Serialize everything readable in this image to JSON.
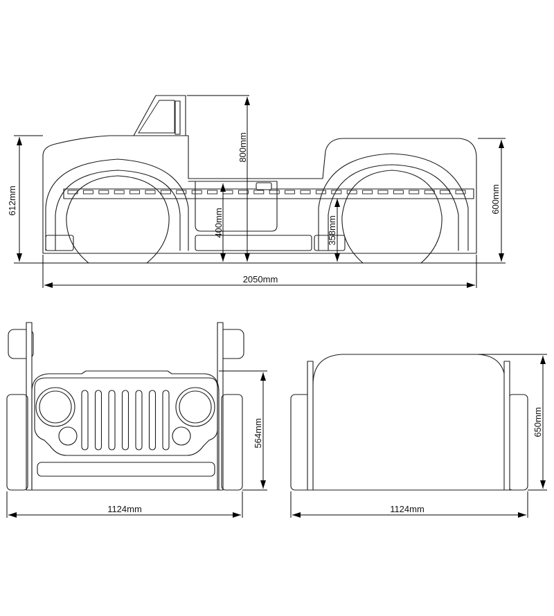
{
  "dimensions": {
    "side_height_left": "612mm",
    "side_height_right": "600mm",
    "cab_height": "800mm",
    "mattress_height": "400mm",
    "step_height": "358mm",
    "side_length": "2050mm",
    "front_height": "564mm",
    "front_width": "1124mm",
    "rear_height": "650mm",
    "rear_width": "1124mm"
  }
}
